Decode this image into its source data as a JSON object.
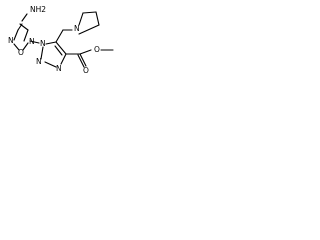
{
  "molecule": {
    "atoms": {
      "nh2": "NH2",
      "oxadiazole_n_a": "N",
      "oxadiazole_o": "O",
      "oxadiazole_n_b": "N",
      "triazole_n1": "N",
      "triazole_n2": "N",
      "triazole_n3": "N",
      "pyrrolidine_n": "N",
      "ester_o_carbonyl": "O",
      "ester_o_single": "O"
    }
  }
}
